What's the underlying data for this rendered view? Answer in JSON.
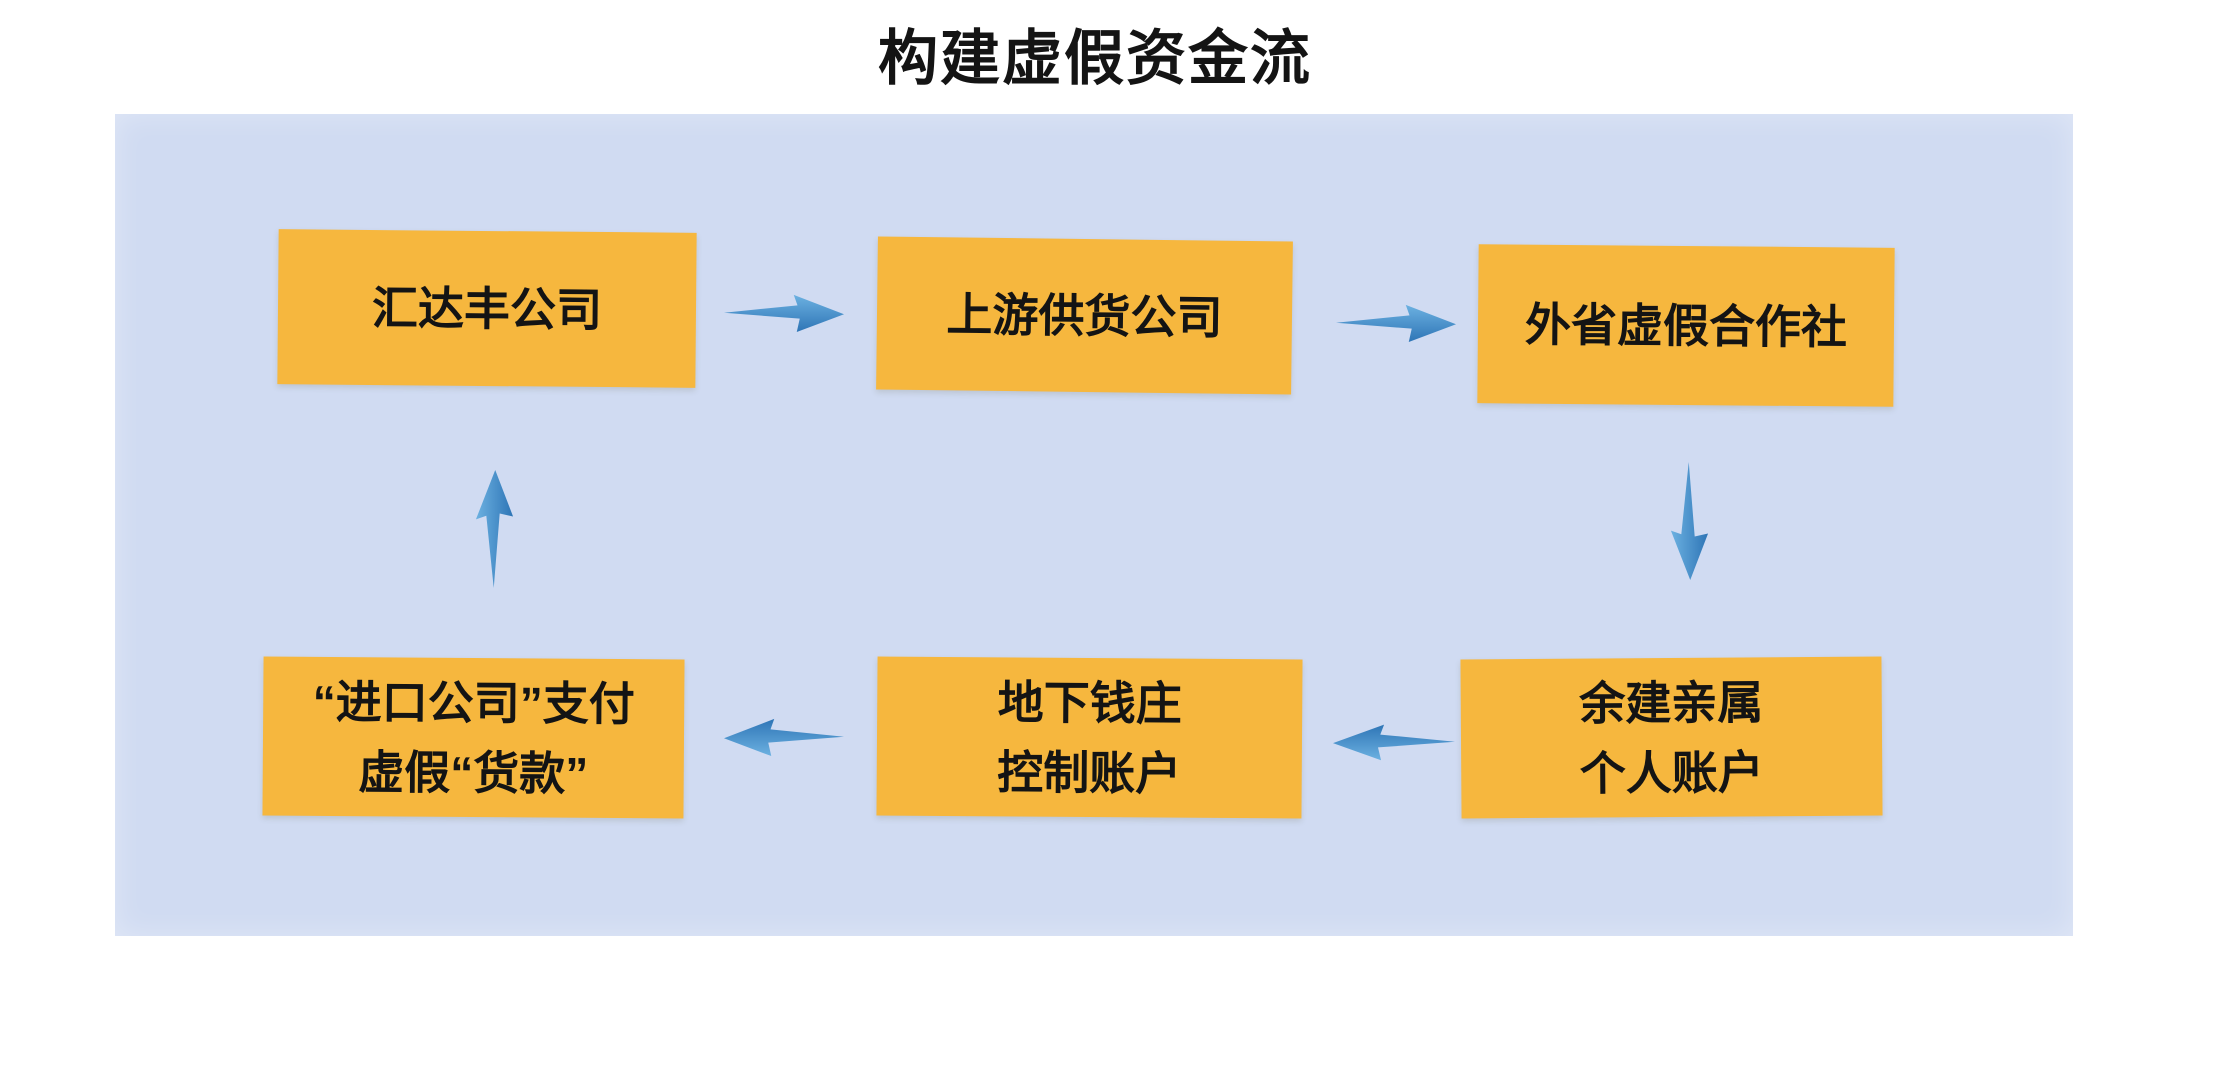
{
  "page": {
    "title": "构建虚假资金流"
  },
  "diagram": {
    "nodes": [
      {
        "id": "huidafeng-company",
        "line1": "汇达丰公司"
      },
      {
        "id": "upstream-supplier-company",
        "line1": "上游供货公司"
      },
      {
        "id": "other-province-fake-cooperative",
        "line1": "外省虚假合作社"
      },
      {
        "id": "yujian-relatives-personal-accounts",
        "line1": "余建亲属",
        "line2": "个人账户"
      },
      {
        "id": "underground-bank-controlled-accounts",
        "line1": "地下钱庄",
        "line2": "控制账户"
      },
      {
        "id": "import-company-pays-fake-payment",
        "line1": "“进口公司”支付",
        "line2": "虚假“货款”"
      }
    ],
    "edges": [
      {
        "from": "汇达丰公司",
        "to": "上游供货公司"
      },
      {
        "from": "上游供货公司",
        "to": "外省虚假合作社"
      },
      {
        "from": "外省虚假合作社",
        "to": "余建亲属个人账户"
      },
      {
        "from": "余建亲属个人账户",
        "to": "地下钱庄控制账户"
      },
      {
        "from": "地下钱庄控制账户",
        "to": "“进口公司”支付虚假“货款”"
      },
      {
        "from": "“进口公司”支付虚假“货款”",
        "to": "汇达丰公司"
      }
    ],
    "colors": {
      "box_fill": "#F6B73E",
      "panel_bg": "#D0DBF2",
      "arrow_light": "#6CB1E1",
      "arrow_dark": "#2E75B6",
      "text": "#141414",
      "page_bg": "#FFFFFF"
    }
  }
}
